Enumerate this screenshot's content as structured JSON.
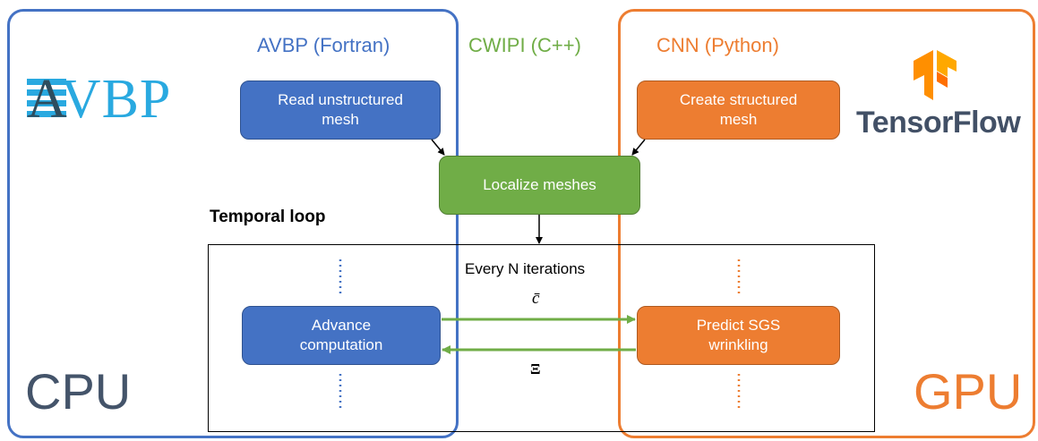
{
  "columns": {
    "avbp": {
      "title": "AVBP (Fortran)",
      "color": "#4472c4"
    },
    "cwipi": {
      "title": "CWIPI (C++)",
      "color": "#70ad47"
    },
    "cnn": {
      "title": "CNN (Python)",
      "color": "#ed7d31"
    }
  },
  "logos": {
    "avbp_text": "AVBP",
    "tensorflow_text": "TensorFlow"
  },
  "boxes": {
    "read_mesh": "Read unstructured\nmesh",
    "create_mesh": "Create structured\nmesh",
    "localize": "Localize meshes",
    "advance": "Advance\ncomputation",
    "predict": "Predict SGS\nwrinkling"
  },
  "loop": {
    "title": "Temporal loop",
    "every_n": "Every N iterations",
    "forward_symbol": "c̄",
    "backward_symbol": "Ξ"
  },
  "devices": {
    "cpu": "CPU",
    "gpu": "GPU"
  },
  "colors": {
    "cpu_frame": "#4472c4",
    "gpu_frame": "#ed7d31",
    "cpu_text": "#44546a",
    "arrow_green": "#70ad47",
    "avbp_logo_dark": "#2e4d5e",
    "avbp_logo_light": "#29a9e0",
    "tensorflow_orange": "#f28c28",
    "tensorflow_text": "#425066"
  }
}
